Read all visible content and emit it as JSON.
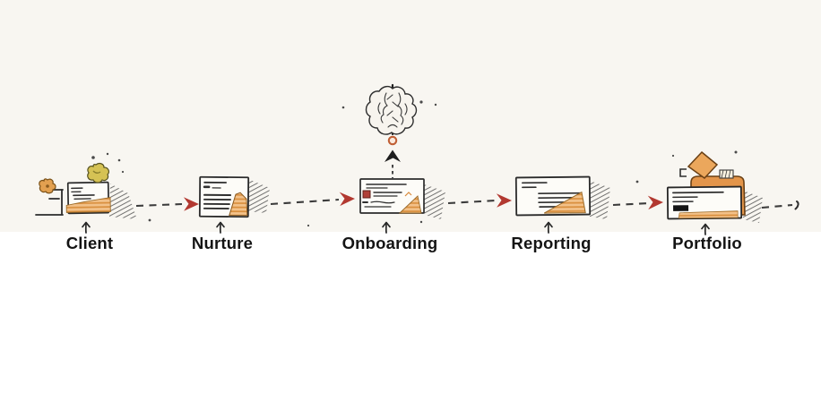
{
  "diagram": {
    "stages": [
      {
        "id": "client",
        "label": "Client",
        "icons": [
          "desk-icon",
          "flower-icon",
          "document-card-icon",
          "blossom-icon",
          "pointer-up-icon"
        ]
      },
      {
        "id": "nurture",
        "label": "Nurture",
        "icons": [
          "document-card-icon",
          "growth-steps-icon",
          "pointer-up-icon"
        ]
      },
      {
        "id": "onboarding",
        "label": "Onboarding",
        "icons": [
          "document-card-icon",
          "checkbox-icon",
          "growth-triangle-icon",
          "tree-icon",
          "seed-ring-icon",
          "up-arrow-icon",
          "pointer-up-icon"
        ]
      },
      {
        "id": "reporting",
        "label": "Reporting",
        "icons": [
          "document-card-icon",
          "growth-triangle-icon",
          "pointer-up-icon"
        ]
      },
      {
        "id": "portfolio",
        "label": "Portfolio",
        "icons": [
          "folder-icon",
          "document-card-icon",
          "gem-icon",
          "cup-icon",
          "sketch-box-icon",
          "pointer-up-icon"
        ]
      }
    ],
    "connectors": {
      "style": "dashed",
      "count": 5,
      "direction": "left-to-right",
      "arrowhead": "red-chevron"
    },
    "colors": {
      "paper": "#f8f6f1",
      "card": "#fdfcf8",
      "ink": "#2b2b2b",
      "accent_orange": "#efba7e",
      "stripe_orange": "#d98f3e",
      "folder_orange": "#e3954a",
      "arrow_red": "#b23830",
      "shadow_gray": "#4f4f4f",
      "flower_yellow": "#d5c254",
      "seed_ring": "#c05f35"
    }
  }
}
